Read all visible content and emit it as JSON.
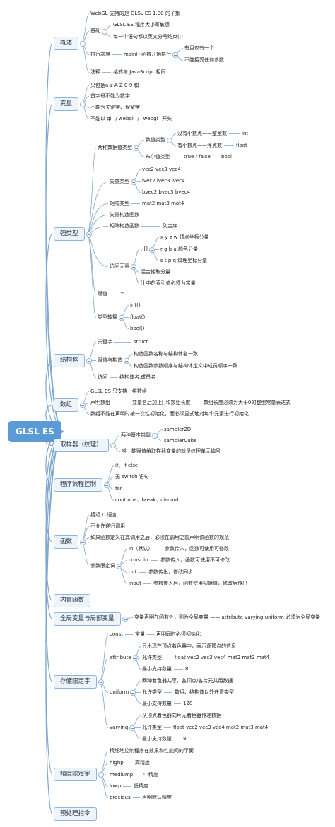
{
  "root": "GLSL ES",
  "overview": {
    "title": "概述",
    "webgl": "WebGL 支持的是 GLSL ES 1.00 的子集",
    "basics": "基础",
    "case": "GLSL ES 程序大小写敏感",
    "semicolon": "每一个语句都以英文分号结束(;)",
    "order": "执行次序",
    "main_fn": "main() 函数开始执行",
    "only_one": "有且仅有一个",
    "no_params": "不能接受任何参数",
    "comments": "注释",
    "comments_same": "格式与 JavaScript 相同"
  },
  "variables": {
    "title": "变量",
    "rule1": "只包括a-z A-Z 0-9 和 _",
    "rule2": "首字母不能为数字",
    "rule3": "不能为关键字、保留字",
    "rule4": "不能以 gl_ / webgl_ / _webgl_ 开头"
  },
  "types": {
    "title": "强类型",
    "two_kinds": "两种数据值类型",
    "numeric": "数值类型",
    "no_dot": "没有小数点——整型数",
    "int": "int",
    "has_dot": "有小数点——浮点数",
    "float": "float",
    "boolean": "布尔值类型",
    "true_false": "true / false",
    "bool": "bool",
    "vector": "矢量类型",
    "vec": "vec2 vec3 vec4",
    "ivec": "ivec2 ivec3 ivec4",
    "bvec": "bvec2 bvec3 bvec4",
    "matrix": "矩阵类型",
    "mat": "mat2 mat3 mat4",
    "vec_ctor": "矢量构造函数",
    "mat_ctor": "矩阵构造函数",
    "column_major": "列主序",
    "access": "访问元素",
    "dot_bracket": ". []",
    "xyzw": "x y z w 顶点坐标分量",
    "rgba": "r g b a 颜色分量",
    "stpq": "s t p q 纹理坐标分量",
    "swizzle": "混合抽取分量",
    "index_const": "[] 中的索引值必须为常量",
    "assign": "赋值",
    "eq": "=",
    "convert": "类型转换",
    "int_fn": "int()",
    "float_fn": "float()",
    "bool_fn": "bool()"
  },
  "struct": {
    "title": "结构体",
    "keyword": "关键字",
    "struct_kw": "struct",
    "assign_ctor": "赋值与构造",
    "ctor_name": "构造函数名称与结构体名一致",
    "ctor_params": "构造函数参数顺序与结构体定义中成员顺序一致",
    "access": "访问",
    "member": "结构体名.成员名"
  },
  "arrays": {
    "title": "数组",
    "one_dim": "GLSL ES 只支持一维数组",
    "declare": "声明数组",
    "declare_rule": "变量名后加上[]和数组长度 —— 数组长度必须为大于0的整型常量表达式",
    "init_rule": "数组不能在声明时被一次性初始化，而必须显式地对每个元素进行初始化"
  },
  "sampler": {
    "title": "取样器（纹理）",
    "two_types": "两种基本类型",
    "s2d": "sampler2D",
    "scube": "samplerCube",
    "only_assign": "唯一能赋值给取样器变量的就是纹理单元编号"
  },
  "flow": {
    "title": "程序流程控制",
    "ifelse": "if、if-else",
    "noswitch": "无 switch 语句",
    "for_kw": "for",
    "continue_kw": "continue、break、discard"
  },
  "functions": {
    "title": "函数",
    "near_c": "接近 C 语言",
    "no_recursion": "不允许递归调用",
    "declare_rule": "如果函数定义在其调用之后，必须在调用之前声明该函数的规范",
    "qualifiers": "参数限定词",
    "in_kw": "in（默认）",
    "in_desc": "参数传入，函数可使用可修改",
    "const_in": "const in",
    "const_in_desc": "参数传入，函数可使用不可修改",
    "out_kw": "out",
    "out_desc": "参数传出，修改同步",
    "inout_kw": "inout",
    "inout_desc": "参数传入后，函数使用初始值，修改后传出"
  },
  "builtin": {
    "title": "内置函数"
  },
  "global": {
    "title": "全局变量与局部变量",
    "desc": "变量声明在函数外，则为全局变量 —— attribute varying uniform 必须为全局变量"
  },
  "storage": {
    "title": "存储限定字",
    "const_kw": "const",
    "const_a": "常量",
    "const_b": "声明同时必须初始化",
    "attribute_kw": "attribute",
    "attr_desc": "只出现在顶点着色器中，表示逐顶点的信息",
    "allowed": "允许类型",
    "attr_types": "float vec2 vec3 vec4 mat2 mat3 mat4",
    "min_count": "最小支持数量",
    "attr_min": "8",
    "uniform_kw": "uniform",
    "uni_desc": "两种着色器共享，各顶点/各片元共用数据",
    "uni_types": "数组、结构体以外任意类型",
    "uni_min": "128",
    "varying_kw": "varying",
    "var_desc": "从顶点着色器向片元着色器传递数据",
    "var_types": "float vec2 vec3 vec4 mat2 mat3 mat4",
    "var_min": "8"
  },
  "precision": {
    "title": "精度限定字",
    "desc": "精细地控制程序在效果和性能间的平衡",
    "highp": "highp",
    "highp_d": "高精度",
    "mediump": "mediump",
    "mediump_d": "中精度",
    "lowp": "lowp",
    "lowp_d": "低精度",
    "precious": "precious",
    "precious_d": "声明默认精度"
  },
  "preprocessor": {
    "title": "预处理指令"
  },
  "colors": {
    "line": "#7fa7cf",
    "node_bg": "#eef4fb",
    "root_bg": "#5b9bd5"
  }
}
